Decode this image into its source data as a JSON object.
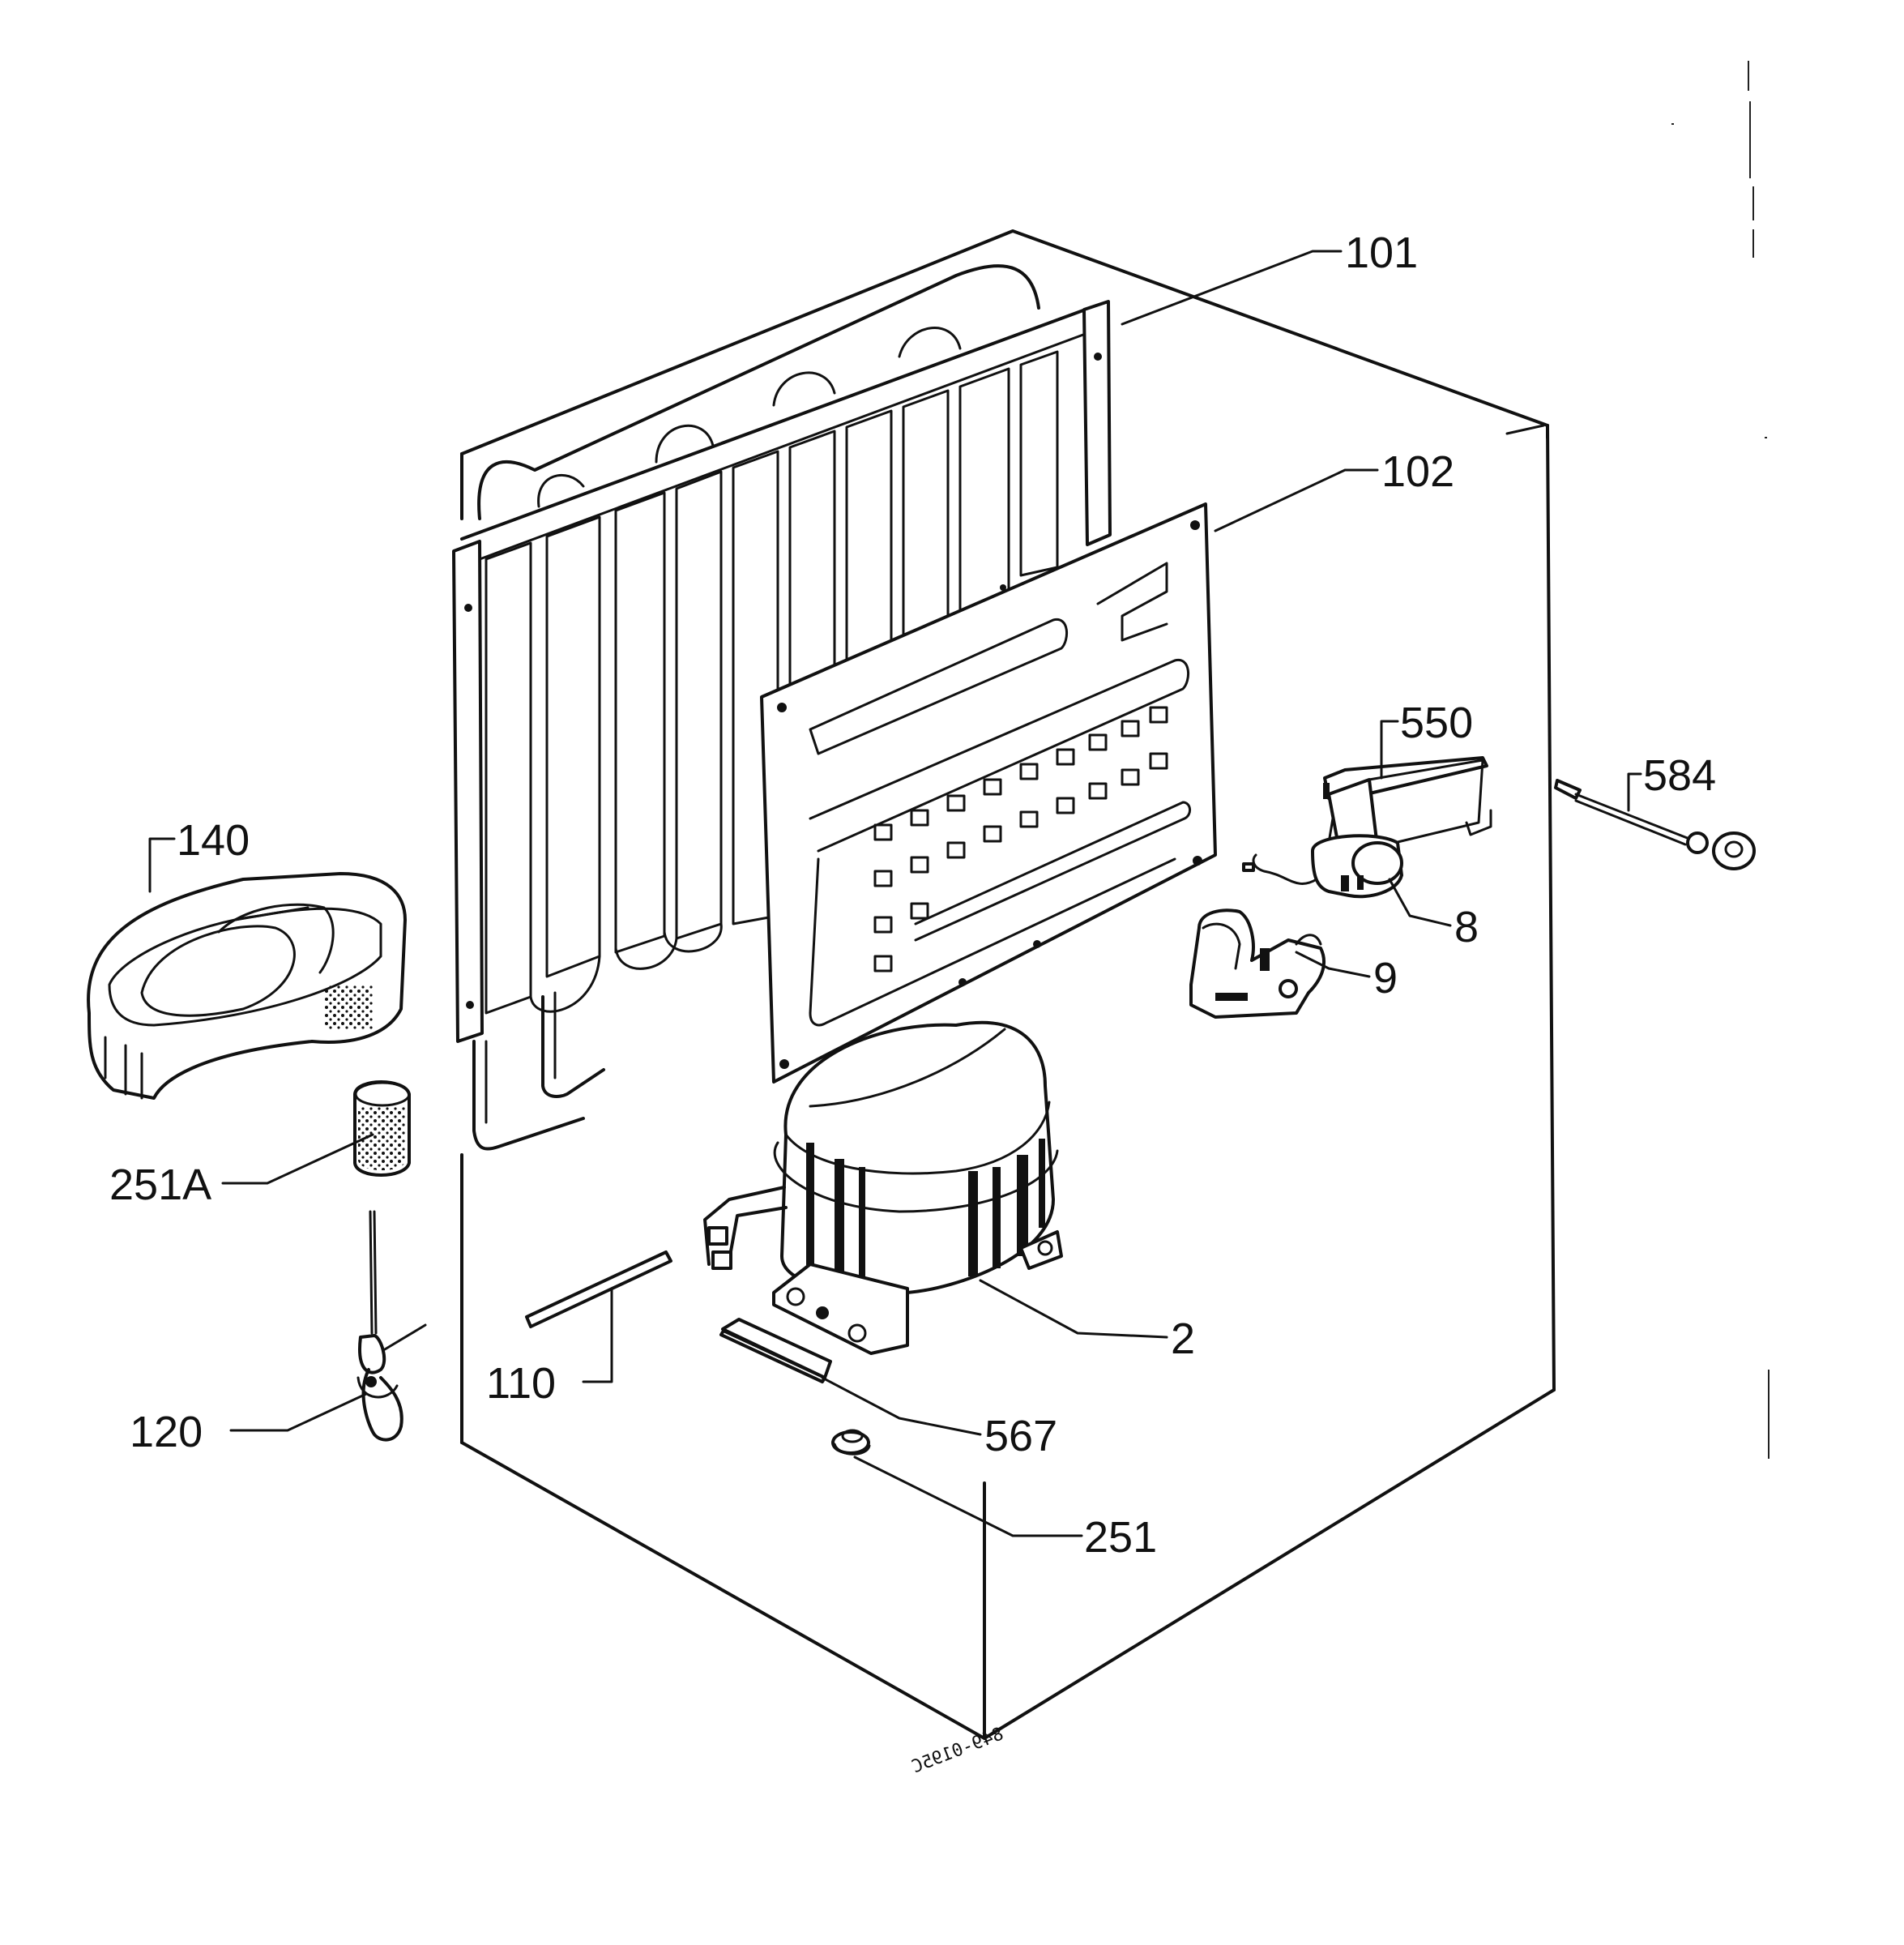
{
  "diagram": {
    "callouts": {
      "c101": "101",
      "c102": "102",
      "c550": "550",
      "c584": "584",
      "c140": "140",
      "c8": "8",
      "c9": "9",
      "c251A": "251A",
      "c2": "2",
      "c110": "110",
      "c120": "120",
      "c567": "567",
      "c251": "251"
    },
    "drawing_code": "849-0195C"
  },
  "colors": {
    "ink": "#111111",
    "paper": "#ffffff"
  }
}
